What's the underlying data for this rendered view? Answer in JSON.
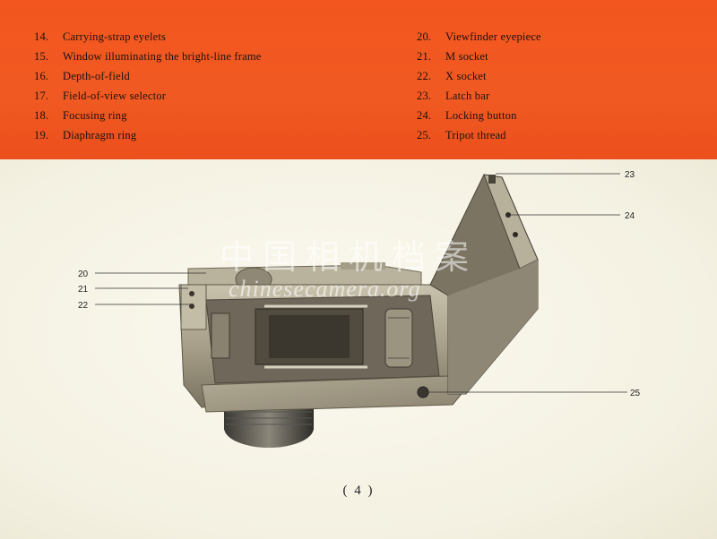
{
  "legend": {
    "left": [
      {
        "num": "14.",
        "label": "Carrying-strap eyelets"
      },
      {
        "num": "15.",
        "label": "Window illuminating the bright-line frame"
      },
      {
        "num": "16.",
        "label": "Depth-of-field"
      },
      {
        "num": "17.",
        "label": "Field-of-view selector"
      },
      {
        "num": "18.",
        "label": "Focusing ring"
      },
      {
        "num": "19.",
        "label": "Diaphragm ring"
      }
    ],
    "right": [
      {
        "num": "20.",
        "label": "Viewfinder eyepiece"
      },
      {
        "num": "21.",
        "label": "M socket"
      },
      {
        "num": "22.",
        "label": "X socket"
      },
      {
        "num": "23.",
        "label": "Latch bar"
      },
      {
        "num": "24.",
        "label": "Locking button"
      },
      {
        "num": "25.",
        "label": "Tripot thread"
      }
    ]
  },
  "callouts": {
    "c20": "20",
    "c21": "21",
    "c22": "22",
    "c23": "23",
    "c24": "24",
    "c25": "25"
  },
  "watermark": {
    "cn": "中国相机档案",
    "en": "chinesecamera.org"
  },
  "page_number": "( 4 )",
  "colors": {
    "header": "#f05a22",
    "paper": "#f6f3e6"
  }
}
